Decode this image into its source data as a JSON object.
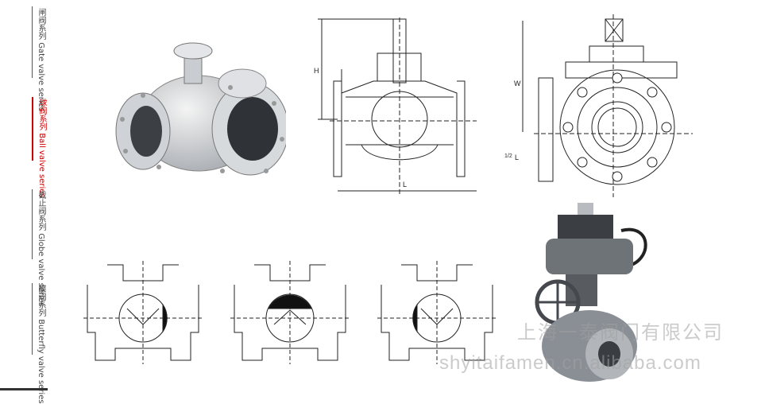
{
  "nav": {
    "items": [
      {
        "label": "闸阀系列",
        "sub": "Gate valve series",
        "active": false
      },
      {
        "label": "球阀系列",
        "sub": "Ball valve series",
        "active": true
      },
      {
        "label": "截止阀系列",
        "sub": "Globe valve series",
        "active": false
      },
      {
        "label": "蝶阀系列",
        "sub": "Butterfly valve series",
        "active": false
      }
    ]
  },
  "drawings": {
    "front": {
      "dim_height": "H",
      "dim_length": "L"
    },
    "side": {
      "dim_width": "W",
      "dim_half": "1/2",
      "dim_half_l": "L"
    }
  },
  "watermark": {
    "company": "上海一泰阀门有限公司",
    "url": "shyitaifamen.cn.alibaba.com"
  },
  "colors": {
    "accent": "#cc0000",
    "line": "#222222"
  }
}
